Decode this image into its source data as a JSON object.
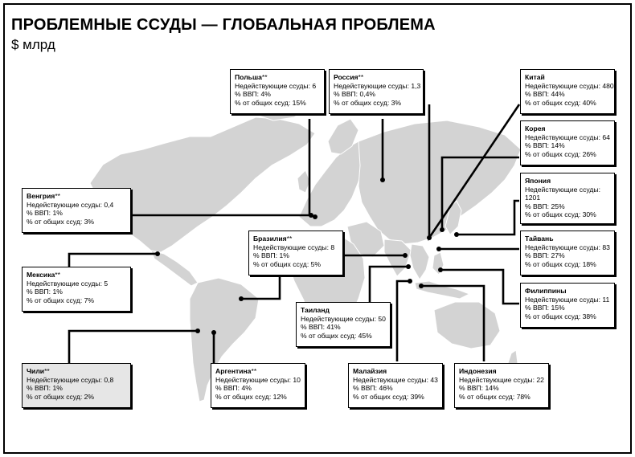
{
  "header": {
    "title": "ПРОБЛЕМНЫЕ ССУДЫ — ГЛОБАЛЬНАЯ ПРОБЛЕМА",
    "subtitle": "$ млрд"
  },
  "countries": {
    "poland": {
      "name": "Польша",
      "stars": "**",
      "npl": "Недействующие ссуды: 6",
      "gdp": "% ВВП: 4%",
      "share": "% от общих ссуд: 15%"
    },
    "russia": {
      "name": "Россия",
      "stars": "**",
      "npl": "Недействующие ссуды: 1,3",
      "gdp": "% ВВП: 0,4%",
      "share": "% от общих ссуд: 3%"
    },
    "china": {
      "name": "Китай",
      "stars": "",
      "npl": "Недействующие ссуды: 480",
      "gdp": "% ВВП: 44%",
      "share": "% от общих ссуд: 40%"
    },
    "korea": {
      "name": "Корея",
      "stars": "",
      "npl": "Недействующие ссуды: 64",
      "gdp": "% ВВП: 14%",
      "share": "% от общих ссуд: 26%"
    },
    "japan": {
      "name": "Япония",
      "stars": "",
      "npl_a": "Недействующие ссуды:",
      "npl_b": "1201",
      "gdp": "% ВВП: 25%",
      "share": "% от общих ссуд: 30%"
    },
    "taiwan": {
      "name": "Тайвань",
      "stars": "",
      "npl": "Недействующие ссуды: 83",
      "gdp": "% ВВП: 27%",
      "share": "% от общих ссуд: 18%"
    },
    "philippines": {
      "name": "Филиппины",
      "stars": "",
      "npl": "Недействующие ссуды: 11",
      "gdp": "% ВВП: 15%",
      "share": "% от общих ссуд: 38%"
    },
    "hungary": {
      "name": "Венгрия",
      "stars": "**",
      "npl": "Недействующие ссуды: 0,4",
      "gdp": "% ВВП: 1%",
      "share": "% от общих ссуд: 3%"
    },
    "brazil": {
      "name": "Бразилия",
      "stars": "**",
      "npl": "Недействующие ссуды: 8",
      "gdp": "% ВВП: 1%",
      "share": "% от общих ссуд: 5%"
    },
    "mexico": {
      "name": "Мексика",
      "stars": "**",
      "npl": "Недействующие ссуды: 5",
      "gdp": "% ВВП: 1%",
      "share": "% от общих ссуд: 7%"
    },
    "thailand": {
      "name": "Таиланд",
      "stars": "",
      "npl": "Недействующие ссуды: 50",
      "gdp": "% ВВП: 41%",
      "share": "% от общих ссуд: 45%"
    },
    "chile": {
      "name": "Чили",
      "stars": "**",
      "npl": "Недействующие ссуды: 0,8",
      "gdp": "% ВВП: 1%",
      "share": "% от общих ссуд: 2%"
    },
    "argentina": {
      "name": "Аргентина",
      "stars": "**",
      "npl": "Недействующие ссуды: 10",
      "gdp": "% ВВП: 4%",
      "share": "% от общих ссуд: 12%"
    },
    "malaysia": {
      "name": "Малайзия",
      "stars": "",
      "npl": "Недействующие ссуды: 43",
      "gdp": "% ВВП: 46%",
      "share": "% от общих ссуд: 39%"
    },
    "indonesia": {
      "name": "Индонезия",
      "stars": "",
      "npl": "Недействующие ссуды: 22",
      "gdp": "% ВВП: 14%",
      "share": "% от общих ссуд: 78%"
    }
  },
  "colors": {
    "land": "#d3d3d3",
    "land_border": "#ffffff",
    "highlight_box": "#e6e6e6",
    "lines": "#000000"
  }
}
